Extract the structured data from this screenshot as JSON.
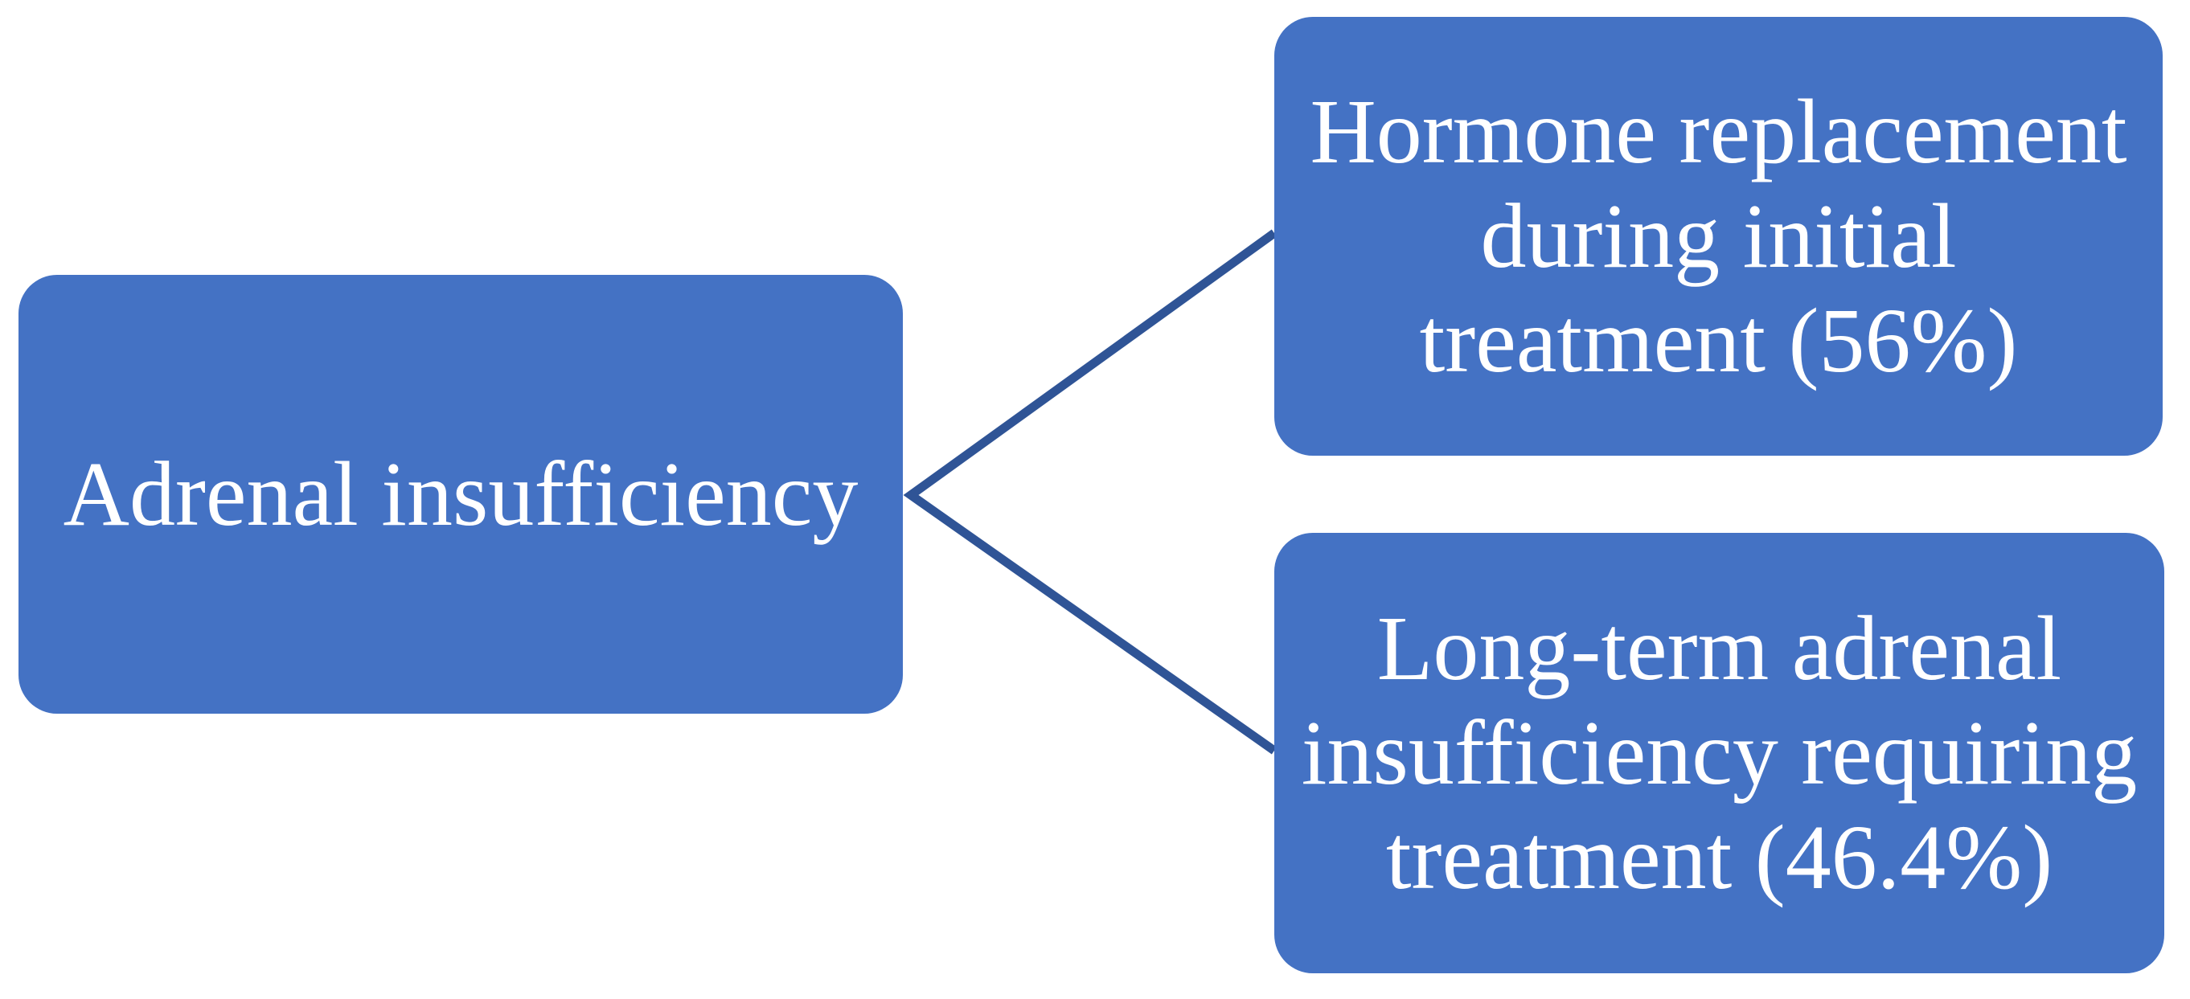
{
  "diagram": {
    "type": "hierarchy-branching",
    "root": {
      "label": "Adrenal insufficiency"
    },
    "branches": [
      {
        "label": "Hormone replacement during initial treatment (56%)",
        "lines": [
          "Hormone replacement",
          "during initial",
          "treatment (56%)"
        ],
        "value": "56%"
      },
      {
        "label": "Long-term adrenal insufficiency requiring treatment (46.4%)",
        "lines": [
          "Long-term adrenal",
          "insufficiency requiring",
          "treatment (46.4%)"
        ],
        "value": "46.4%"
      }
    ],
    "colors": {
      "node_fill": "#4472c4",
      "node_text": "#ffffff",
      "connector": "#2f5496",
      "background": "#ffffff"
    }
  }
}
